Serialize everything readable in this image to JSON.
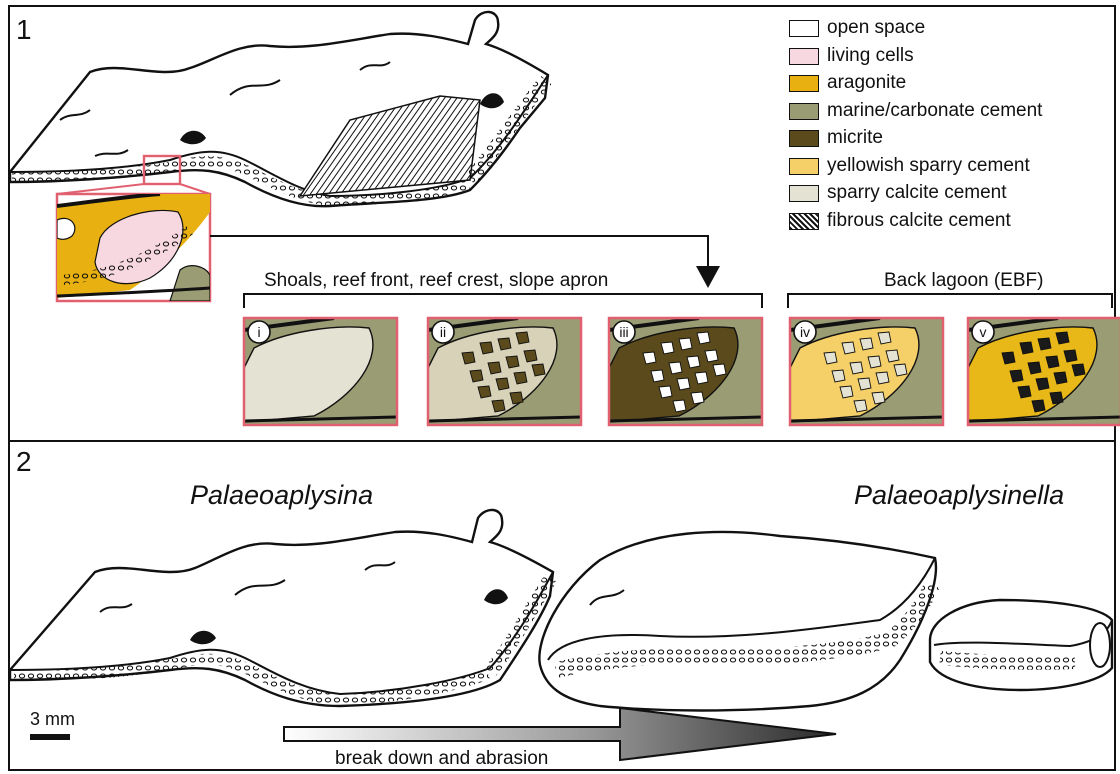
{
  "panels": {
    "p1": "1",
    "p2": "2"
  },
  "legend": [
    {
      "label": "open space",
      "color": "#ffffff",
      "pattern": false
    },
    {
      "label": "living cells",
      "color": "#f8d8e0",
      "pattern": false
    },
    {
      "label": "aragonite",
      "color": "#e8b010",
      "pattern": false
    },
    {
      "label": "marine/carbonate cement",
      "color": "#9a9c74",
      "pattern": false
    },
    {
      "label": "micrite",
      "color": "#5a4a1c",
      "pattern": false
    },
    {
      "label": "yellowish sparry cement",
      "color": "#f5cf68",
      "pattern": false
    },
    {
      "label": "sparry calcite cement",
      "color": "#e4e2d2",
      "pattern": false
    },
    {
      "label": "fibrous calcite cement",
      "color": "#555555",
      "pattern": true
    }
  ],
  "groups": {
    "shoals": "Shoals, reef front, reef crest, slope apron",
    "lagoon": "Back lagoon (EBF)"
  },
  "insets": [
    {
      "roman": "i",
      "fill": "#e4e2d2",
      "clast": "none"
    },
    {
      "roman": "ii",
      "fill": "#d8d2b8",
      "clast": "#5a4a1c"
    },
    {
      "roman": "iii",
      "fill": "#5a4a1c",
      "clast": "#ffffff"
    },
    {
      "roman": "iv",
      "fill": "#f5cf68",
      "clast": "#e4e2d2"
    },
    {
      "roman": "v",
      "fill": "#e8b818",
      "clast": "#1a1a1a"
    }
  ],
  "taxa": {
    "left": "Palaeoaplysina",
    "right": "Palaeoaplysinella"
  },
  "scale": {
    "label": "3 mm"
  },
  "process": {
    "label": "break down and abrasion"
  }
}
